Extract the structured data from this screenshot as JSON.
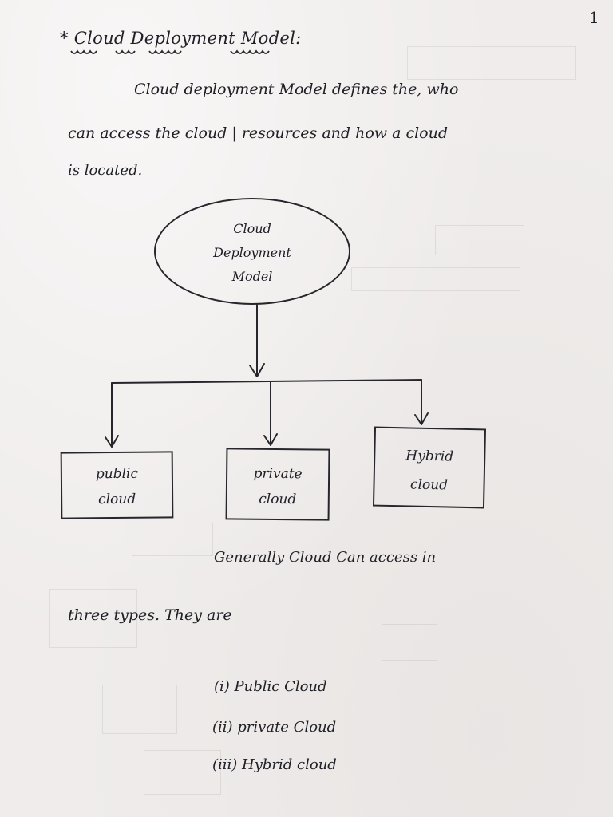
{
  "page_number": "1",
  "heading": "* Cloud Deployment Model:",
  "intro": {
    "line1": "Cloud deployment Model defines the, who",
    "line2": "can access the cloud | resources and how a cloud",
    "line3": "is located."
  },
  "diagram": {
    "root": [
      "Cloud",
      "Deployment",
      "Model"
    ],
    "boxes": [
      {
        "line1": "public",
        "line2": "cloud"
      },
      {
        "line1": "private",
        "line2": "cloud"
      },
      {
        "line1": "Hybrid",
        "line2": "cloud"
      }
    ]
  },
  "summary": {
    "line1": "Generally Cloud Can access in",
    "line2": "three types. They are"
  },
  "types": [
    "(i) Public Cloud",
    "(ii) private Cloud",
    "(iii) Hybrid cloud"
  ]
}
